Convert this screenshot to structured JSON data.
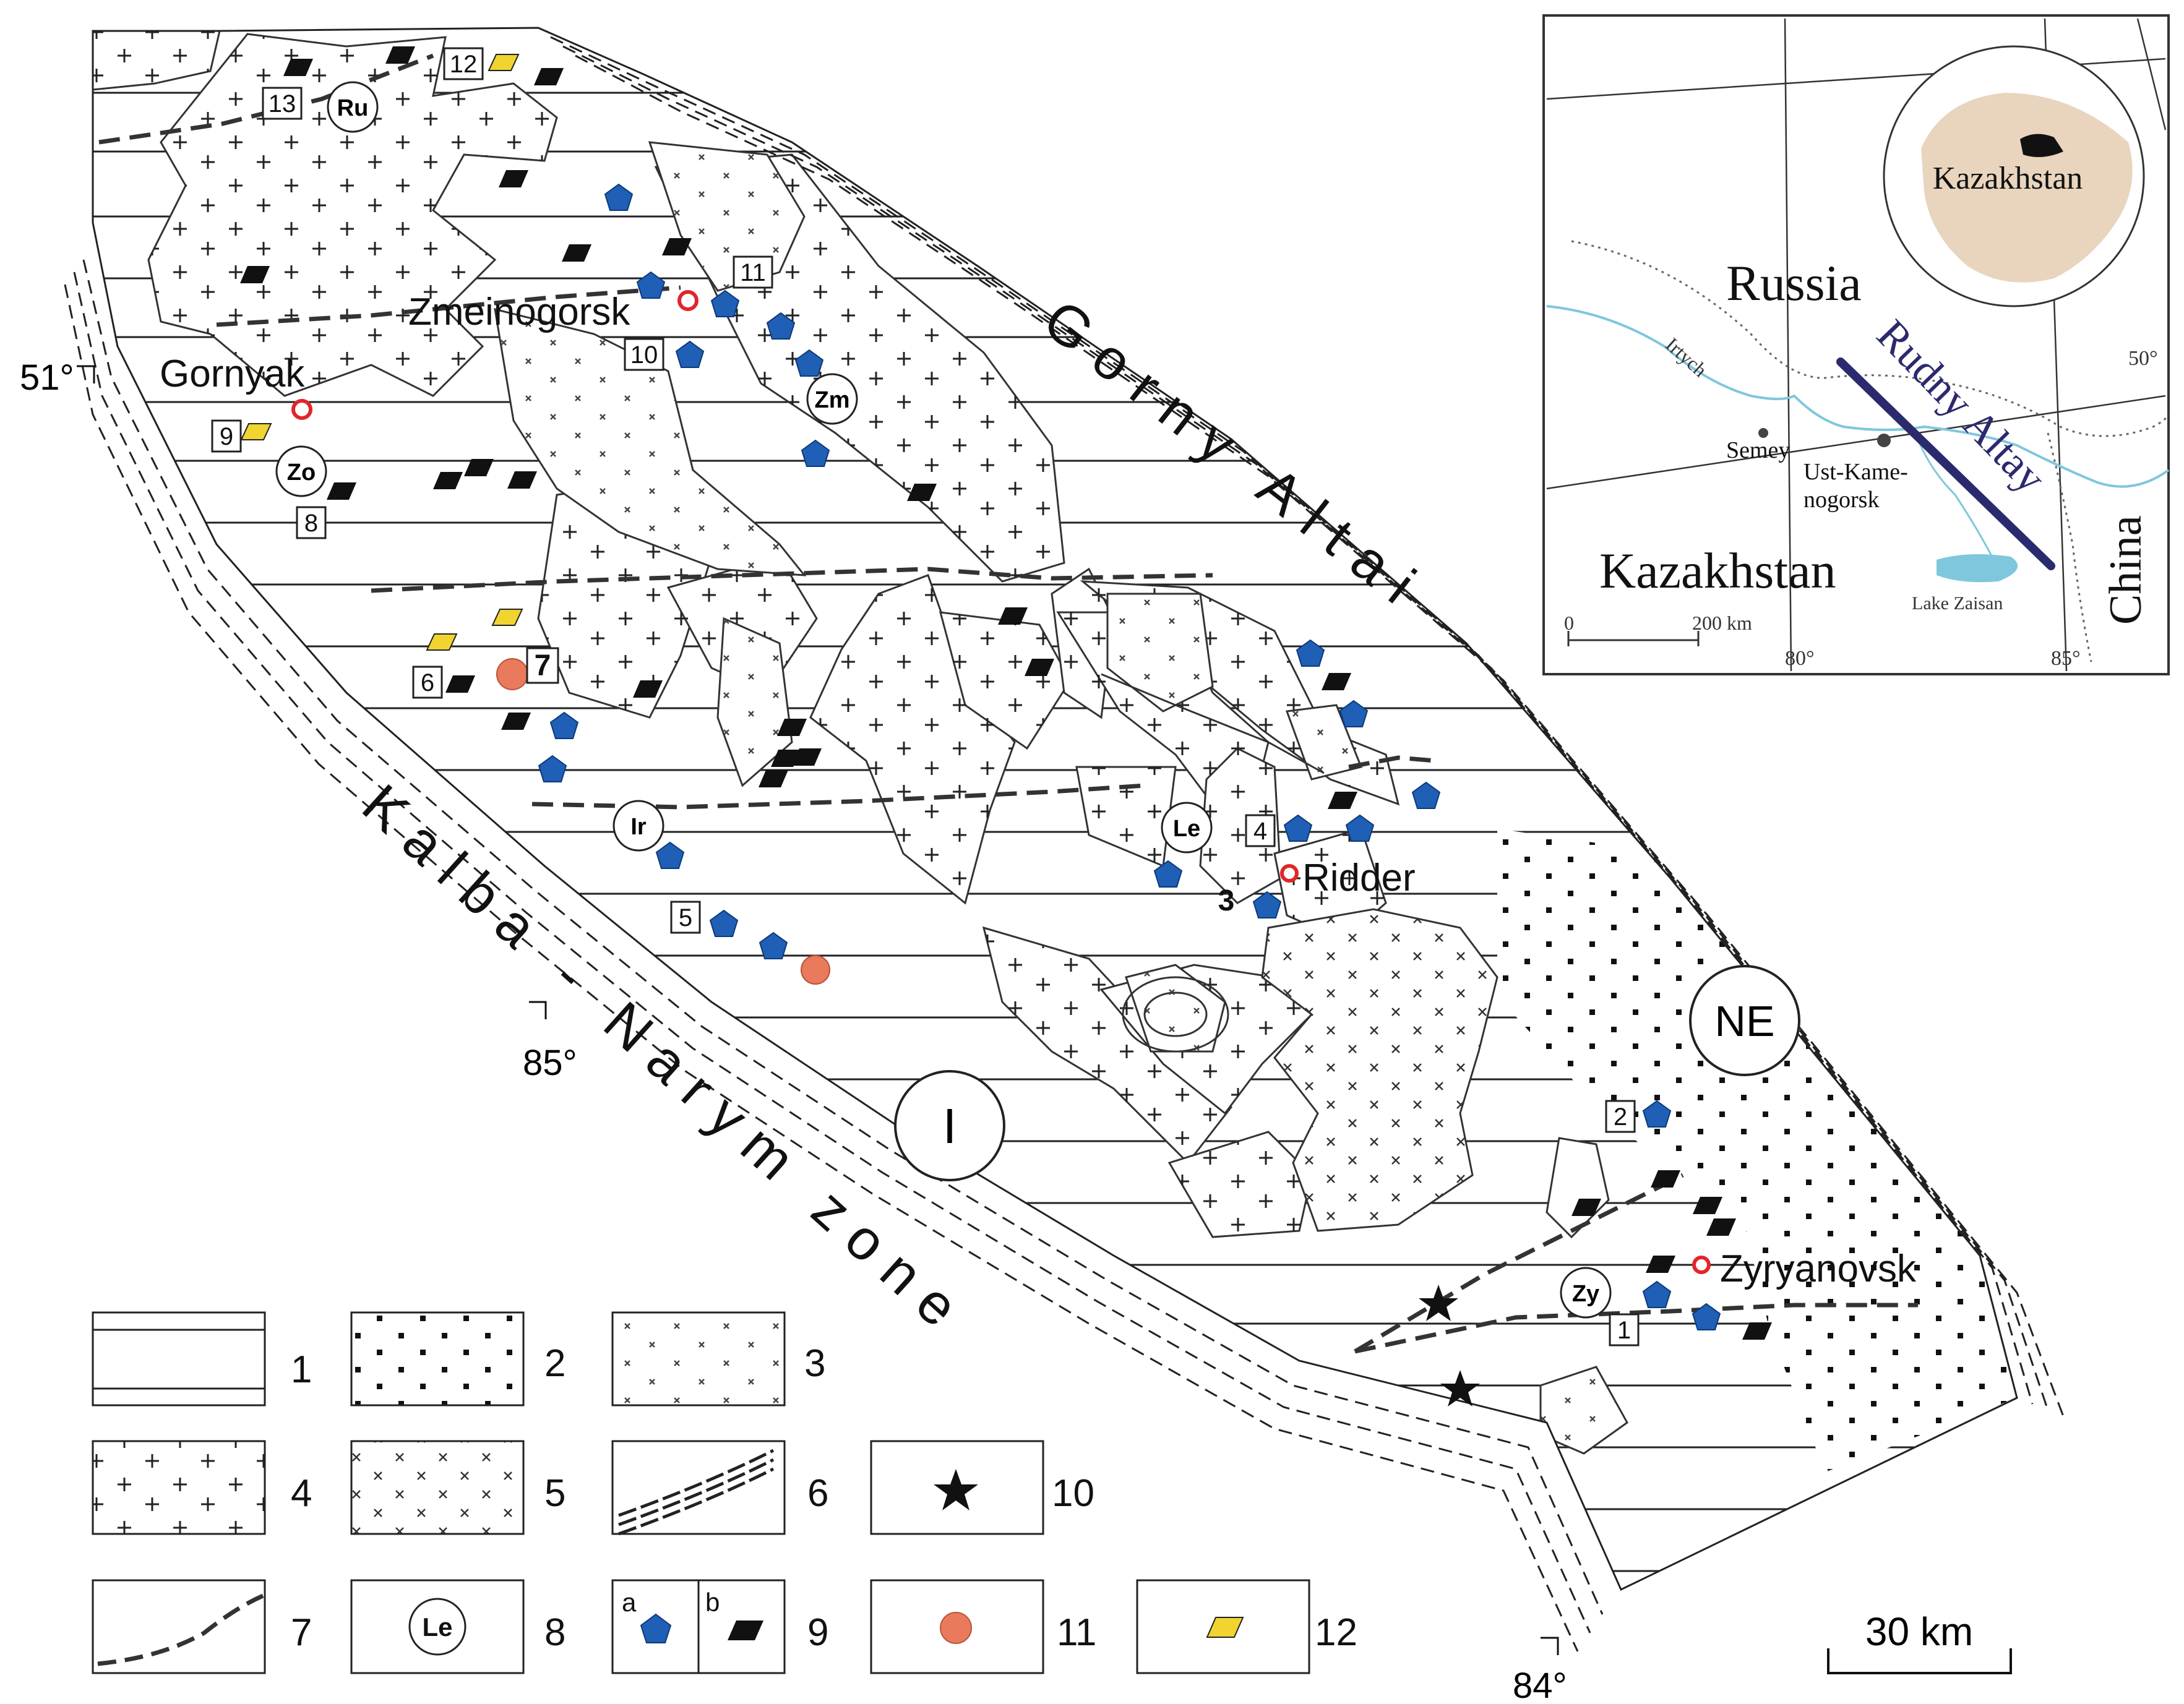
{
  "map": {
    "regions": {
      "gorny_altai": "Gorny Altai",
      "kalba_narym": "Kalba - Narym zone"
    },
    "zones": {
      "northeast": "NE",
      "central": "I"
    },
    "towns": [
      {
        "id": "zmeinogorsk",
        "name": "Zmeinogorsk"
      },
      {
        "id": "gornyak",
        "name": "Gornyak"
      },
      {
        "id": "ridder",
        "name": "Ridder"
      },
      {
        "id": "zyryanovsk",
        "name": "Zyryanovsk"
      }
    ],
    "ore_districts": [
      "Ru",
      "Zm",
      "Zo",
      "Ir",
      "Le",
      "Zy"
    ],
    "deposit_numbers": [
      "1",
      "2",
      "3",
      "4",
      "5",
      "6",
      "7",
      "8",
      "9",
      "10",
      "11",
      "12",
      "13"
    ],
    "coordinates": {
      "lat_51": "51°",
      "lon_85": "85°",
      "lon_84": "84°"
    },
    "scale_bar": "30 km"
  },
  "inset": {
    "countries": {
      "russia": "Russia",
      "kazakhstan": "Kazakhstan",
      "china": "China",
      "kazakhstan_globe": "Kazakhstan"
    },
    "belt": "Rudny Altay",
    "river": "Irtych",
    "cities": {
      "semey": "Semey",
      "ust_kamenogorsk_1": "Ust-Kame-",
      "ust_kamenogorsk_2": "nogorsk"
    },
    "lake": "Lake Zaisan",
    "grid_labels": {
      "lat50": "50°",
      "lon80": "80°",
      "lon85": "85°"
    },
    "scale": {
      "zero": "0",
      "km": "200 km"
    }
  },
  "legend": [
    {
      "num": "1"
    },
    {
      "num": "2"
    },
    {
      "num": "3"
    },
    {
      "num": "4"
    },
    {
      "num": "5"
    },
    {
      "num": "6"
    },
    {
      "num": "7"
    },
    {
      "num": "8",
      "sample": "Le"
    },
    {
      "num": "9",
      "a": "a",
      "b": "b"
    },
    {
      "num": "10"
    },
    {
      "num": "11"
    },
    {
      "num": "12"
    }
  ],
  "colors": {
    "polymetallic_a": "#1f5fb5",
    "pyrite_b": "#111111",
    "gold_11": "#e97a5c",
    "mark_12": "#f2d431",
    "town": "#e0262a",
    "inset_belt": "#2b2a6e",
    "inset_water": "#7fc7dc",
    "inset_globe": "#e9d4bd"
  }
}
